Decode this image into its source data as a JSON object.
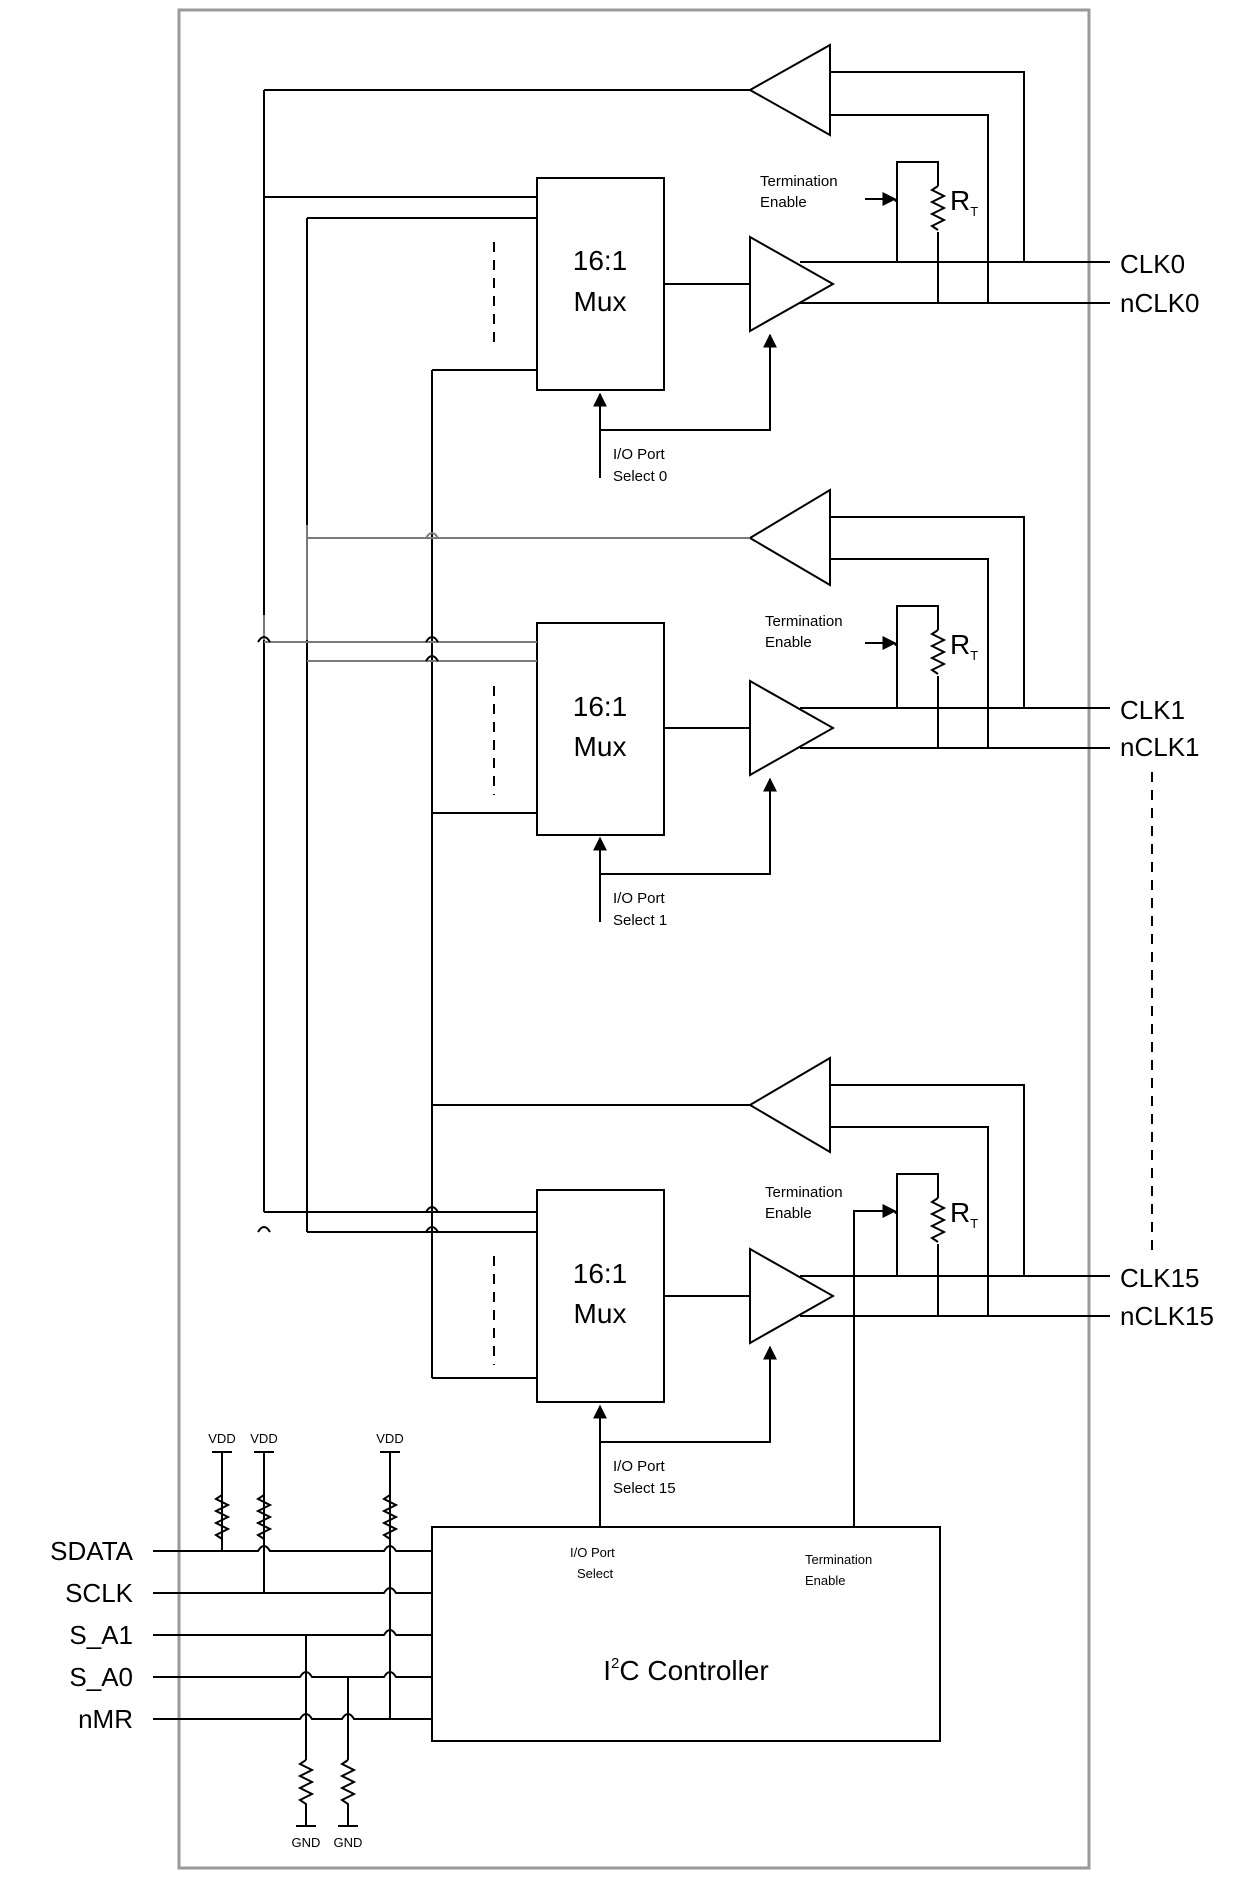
{
  "channels": [
    {
      "mux_line1": "16:1",
      "mux_line2": "Mux",
      "term_line1": "Termination",
      "term_line2": "Enable",
      "sel_line1": "I/O Port",
      "sel_line2": "Select 0",
      "out_p": "CLK0",
      "out_n": "nCLK0"
    },
    {
      "mux_line1": "16:1",
      "mux_line2": "Mux",
      "term_line1": "Termination",
      "term_line2": "Enable",
      "sel_line1": "I/O Port",
      "sel_line2": "Select 1",
      "out_p": "CLK1",
      "out_n": "nCLK1"
    },
    {
      "mux_line1": "16:1",
      "mux_line2": "Mux",
      "term_line1": "Termination",
      "term_line2": "Enable",
      "sel_line1": "I/O Port",
      "sel_line2": "Select 15",
      "out_p": "CLK15",
      "out_n": "nCLK15"
    }
  ],
  "resistor": {
    "main": "R",
    "sub": "T"
  },
  "controller": {
    "name_pre": "I",
    "name_sup": "2",
    "name_post": "C Controller",
    "sel_line1": "I/O Port",
    "sel_line2": "Select",
    "term_line1": "Termination",
    "term_line2": "Enable"
  },
  "pins": [
    "SDATA",
    "SCLK",
    "S_A1",
    "S_A0",
    "nMR"
  ],
  "supply": {
    "vdd": "VDD",
    "gnd": "GND"
  }
}
